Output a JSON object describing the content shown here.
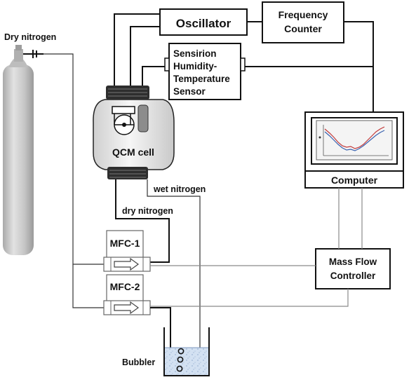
{
  "labels": {
    "dry_nitrogen_tank": "Dry nitrogen",
    "oscillator": "Oscillator",
    "frequency_counter": [
      "Frequency",
      "Counter"
    ],
    "sensor": [
      "Sensirion",
      "Humidity-",
      "Temperature",
      "Sensor"
    ],
    "qcm_cell": "QCM cell",
    "wet_nitrogen": "wet nitrogen",
    "dry_nitrogen_line": "dry nitrogen",
    "mfc1": "MFC-1",
    "mfc2": "MFC-2",
    "computer": "Computer",
    "mass_flow_controller": [
      "Mass Flow",
      "Controller"
    ],
    "bubbler": "Bubbler"
  },
  "colors": {
    "cylinder": "#c4c4c4",
    "cell_body": "#ececec",
    "water": "#c9d9ee",
    "screen_bg": "#f4f4f4",
    "plot_red": "#c23a3a",
    "plot_blue": "#3a62b0",
    "wire": "#111111",
    "signal_line": "#8a8a8a"
  }
}
